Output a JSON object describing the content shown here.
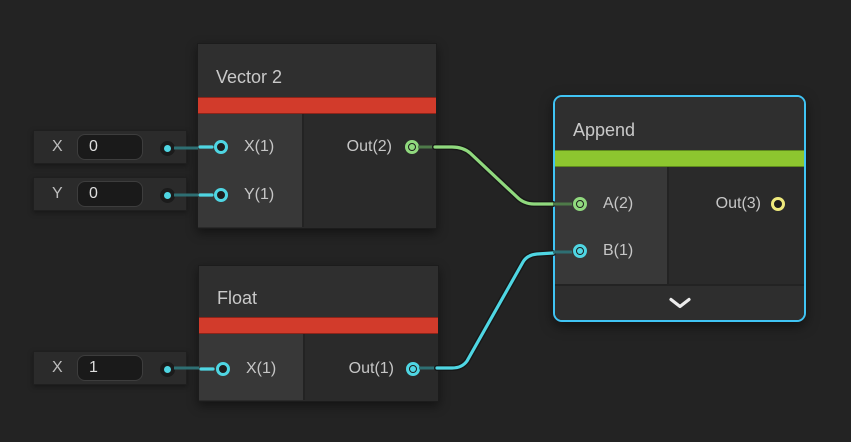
{
  "editor": {
    "background": "#232323"
  },
  "colors": {
    "editor_bg": "#232323",
    "selection": "#40c4f4",
    "float_type": "#4fd6e3",
    "vector2_type": "#90d97e",
    "vector3_type": "#eee97c",
    "stripe_red": "#d23b2b",
    "stripe_green": "#8dc62f"
  },
  "nodes": {
    "vector2": {
      "title": "Vector 2",
      "ports": {
        "x": {
          "label": "X(1)"
        },
        "y": {
          "label": "Y(1)"
        },
        "out": {
          "label": "Out(2)"
        }
      }
    },
    "float1": {
      "title": "Float",
      "ports": {
        "x": {
          "label": "X(1)"
        },
        "out": {
          "label": "Out(1)"
        }
      }
    },
    "append": {
      "title": "Append",
      "selected": true,
      "ports": {
        "a": {
          "label": "A(2)"
        },
        "b": {
          "label": "B(1)"
        },
        "out": {
          "label": "Out(3)"
        }
      }
    }
  },
  "widgets": {
    "x0": {
      "label": "X",
      "value": "0"
    },
    "y0": {
      "label": "Y",
      "value": "0"
    },
    "x1": {
      "label": "X",
      "value": "1"
    }
  },
  "edges": [
    {
      "from": "Vector 2.Out(2)",
      "to": "Append.A(2)",
      "color": "#90d97e"
    },
    {
      "from": "Float.Out(1)",
      "to": "Append.B(1)",
      "color": "#4fd6e3"
    }
  ],
  "icons": {
    "expand": "chevron-down"
  }
}
